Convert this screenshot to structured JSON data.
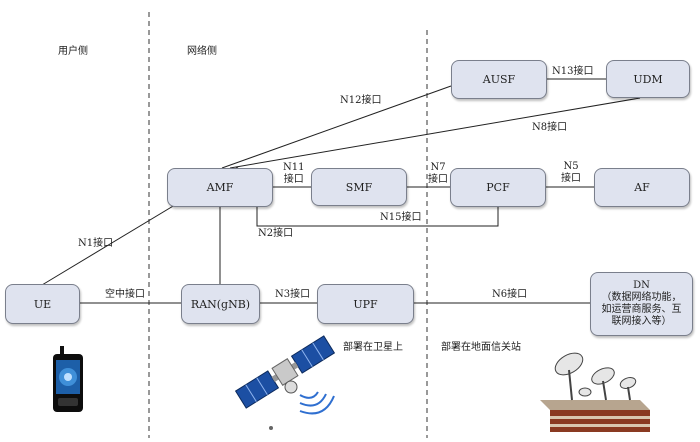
{
  "sections": {
    "user_side": "用户侧",
    "network_side": "网络侧",
    "satellite_note": "部署在卫星上",
    "ground_note": "部署在地面信关站"
  },
  "nodes": {
    "ue": "UE",
    "ran": "RAN(gNB)",
    "amf": "AMF",
    "smf": "SMF",
    "upf": "UPF",
    "pcf": "PCF",
    "af": "AF",
    "ausf": "AUSF",
    "udm": "UDM",
    "dn": [
      "DN",
      "（数据网络功能，",
      "如运营商服务、互",
      "联网接入等）"
    ]
  },
  "interfaces": {
    "air": "空中接口",
    "n1": "N1接口",
    "n2": "N2接口",
    "n3": "N3接口",
    "n5": [
      "N5",
      "接口"
    ],
    "n6": "N6接口",
    "n7": [
      "N7",
      "接口"
    ],
    "n8": "N8接口",
    "n11": [
      "N11",
      "接口"
    ],
    "n12": "N12接口",
    "n13": "N13接口",
    "n15": "N15接口"
  },
  "colors": {
    "node_fill": "#dfe3ef",
    "node_border": "#7a7f8c",
    "line": "#222222"
  },
  "icons": [
    "phone-icon",
    "satellite-icon",
    "ground-station-icon"
  ]
}
